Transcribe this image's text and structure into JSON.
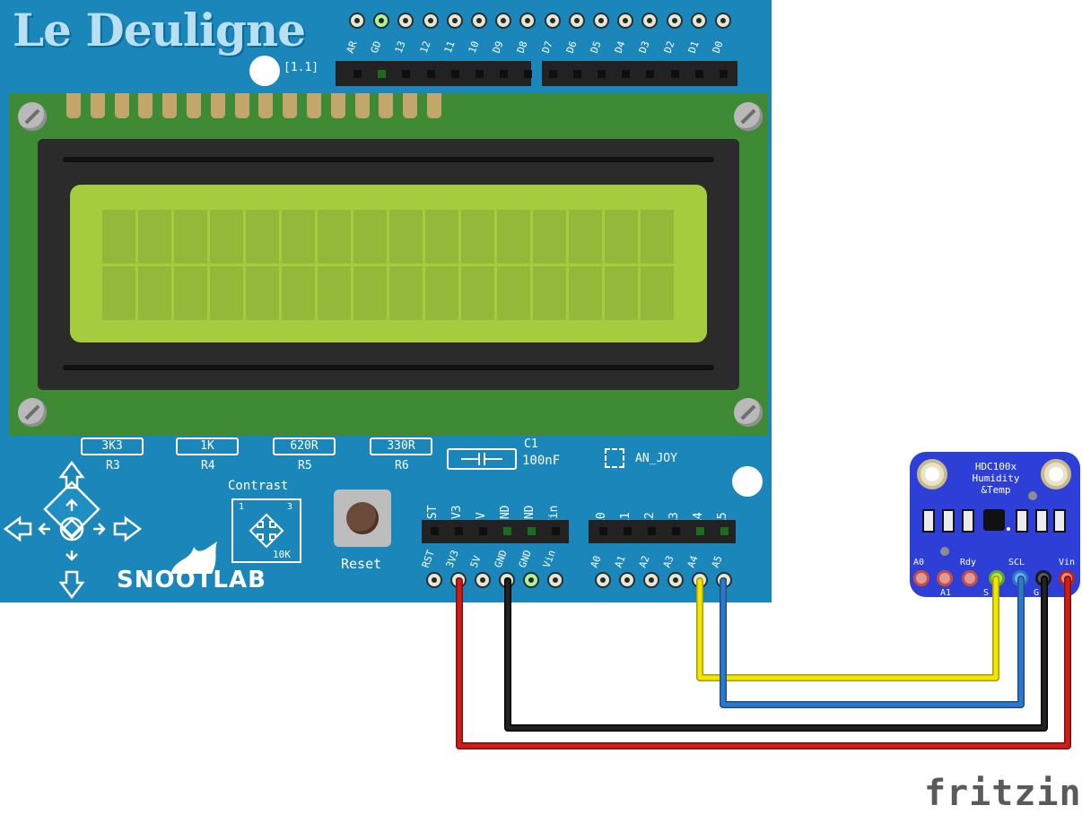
{
  "board": {
    "brand": "Le Deuligne",
    "version": "[1.1]",
    "logo": "SNOOTLAB",
    "top_pins": [
      "AR",
      "GD",
      "13",
      "12",
      "11",
      "10",
      "D9",
      "D8",
      "D7",
      "D6",
      "D5",
      "D4",
      "D3",
      "D2",
      "D1",
      "D0"
    ],
    "resistors": [
      {
        "value": "3K3",
        "name": "R3"
      },
      {
        "value": "1K",
        "name": "R4"
      },
      {
        "value": "620R",
        "name": "R5"
      },
      {
        "value": "330R",
        "name": "R6"
      }
    ],
    "capacitor": {
      "name": "C1",
      "value": "100nF"
    },
    "jumper": "AN_JOY",
    "contrast_label": "Contrast",
    "pot_marks": {
      "left": "1",
      "right": "3",
      "bottom": "10K"
    },
    "reset_label": "Reset",
    "power_pins": [
      "RST",
      "3V3",
      "5V",
      "GND",
      "GND",
      "Vin"
    ],
    "analog_pins": [
      "A0",
      "A1",
      "A2",
      "A3",
      "A4",
      "A5"
    ],
    "colors": {
      "pcb": "#1a86ba",
      "lcd_pcb": "#3f8a34",
      "lcd_glass": "#a5cc3f"
    }
  },
  "sensor": {
    "title": [
      "HDC100x",
      "Humidity",
      "&Temp"
    ],
    "pin_labels_top": [
      "A0",
      "Rdy",
      "SCL",
      "Vin"
    ],
    "pin_labels_bottom": [
      "A1",
      "S",
      "G"
    ],
    "pin_colors": [
      "#e09a95",
      "#e09a95",
      "#e09a95",
      "#a7e84a",
      "#6fb0ef",
      "#5a5a5a",
      "#e38d87"
    ],
    "color": "#2d3fd6"
  },
  "wires": [
    {
      "from": "3V3",
      "to": "Vin",
      "color": "#cc1f1a"
    },
    {
      "from": "GND",
      "to": "GND",
      "color": "#111111"
    },
    {
      "from": "A4",
      "to": "SDA",
      "color": "#f2e500"
    },
    {
      "from": "A5",
      "to": "SCL",
      "color": "#2f78c9"
    }
  ],
  "watermark": "fritzing"
}
